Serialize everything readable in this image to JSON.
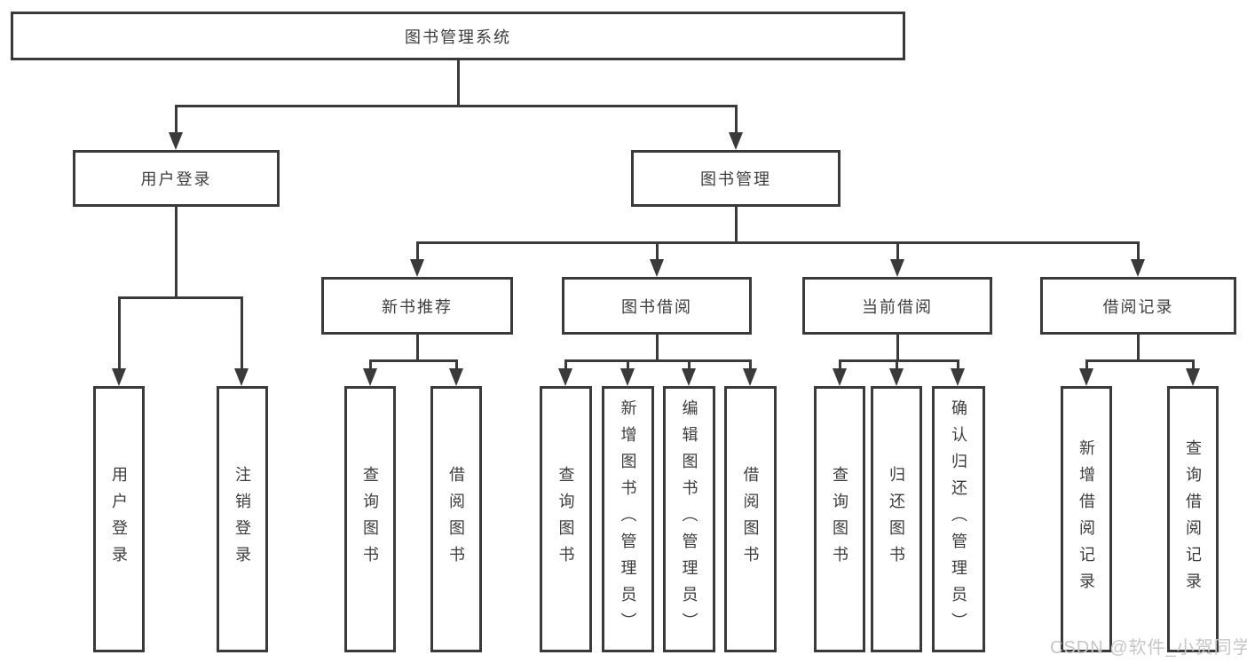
{
  "diagram": {
    "root": "图书管理系统",
    "level2": [
      "用户登录",
      "图书管理"
    ],
    "level3": [
      "新书推荐",
      "图书借阅",
      "当前借阅",
      "借阅记录"
    ],
    "leaves": {
      "user_login": [
        "用户登录",
        "注销登录"
      ],
      "new_book": [
        "查询图书",
        "借阅图书"
      ],
      "book_borrow": [
        "查询图书",
        "新增图书（管理员）",
        "编辑图书（管理员）",
        "借阅图书"
      ],
      "current_borrow": [
        "查询图书",
        "归还图书",
        "确认归还（管理员）"
      ],
      "borrow_record": [
        "新增借阅记录",
        "查询借阅记录"
      ]
    },
    "colors": {
      "line": "#3a3a3a",
      "text": "#3d3d3d",
      "background": "#ffffff",
      "watermark": "#c6c6c6"
    },
    "watermark": "CSDN @软件_小贺同学"
  }
}
